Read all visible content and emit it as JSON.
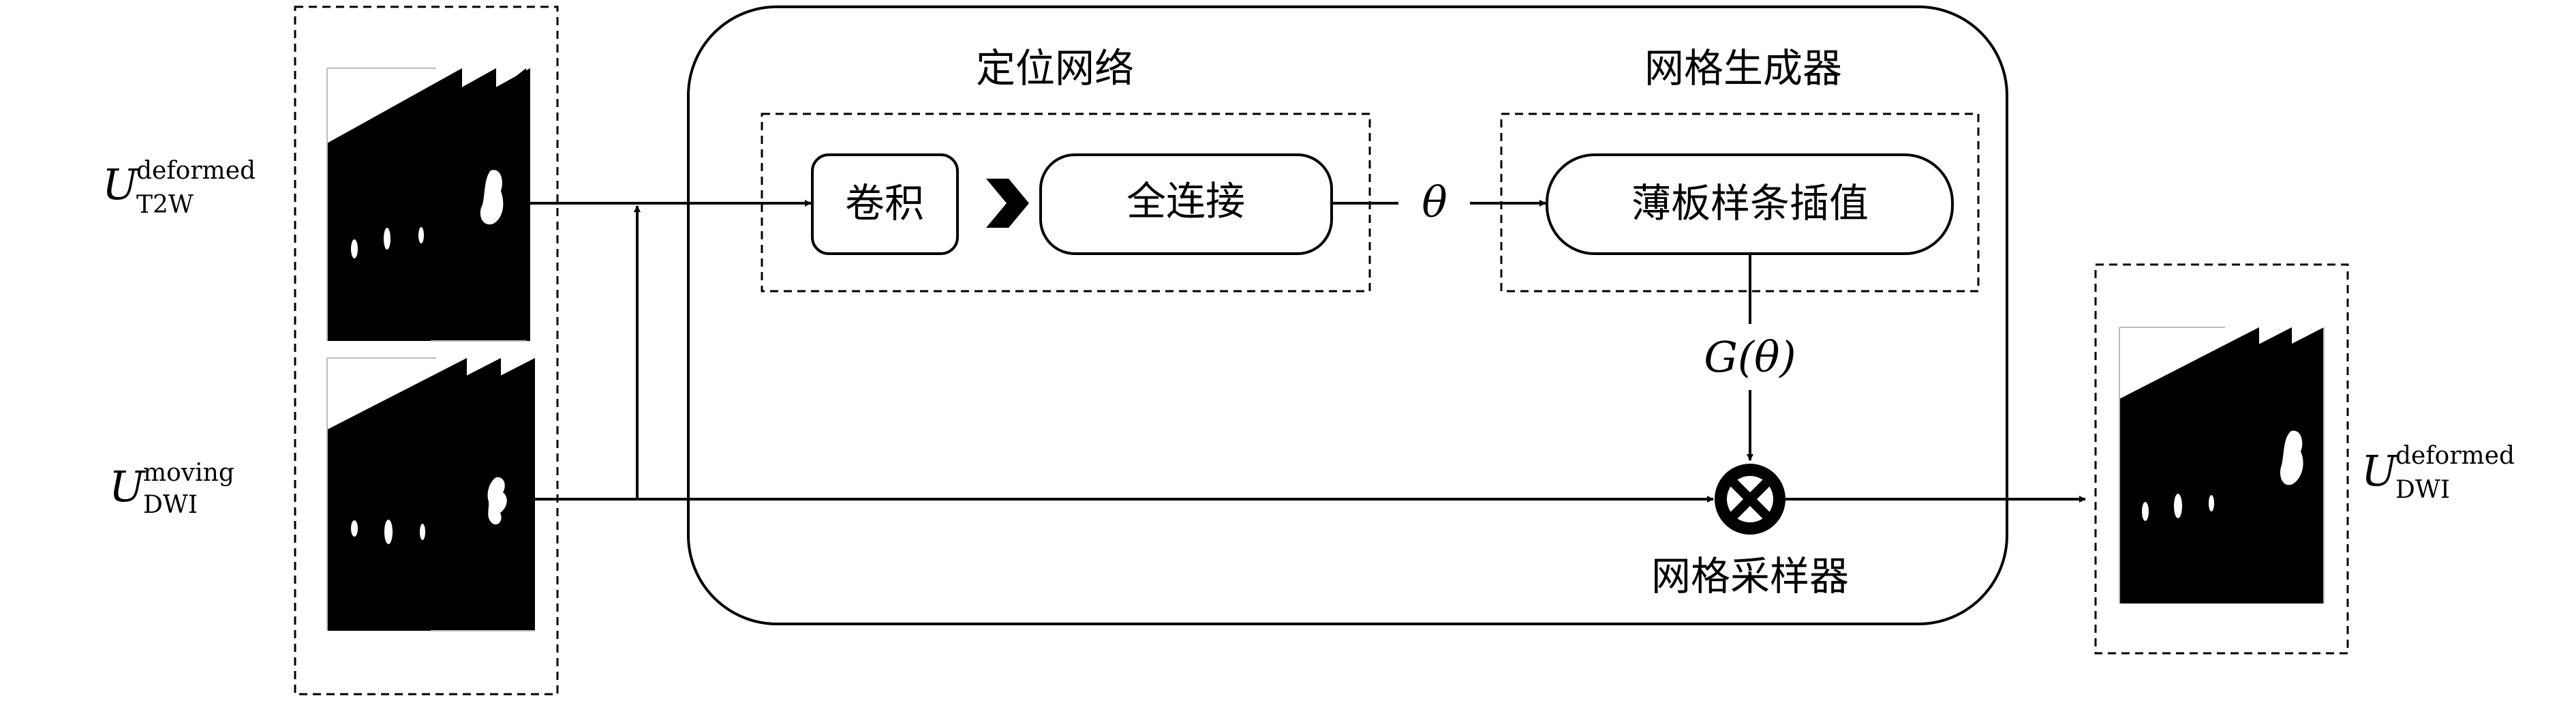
{
  "inputs": {
    "t2w": {
      "symbol": "U",
      "superscript": "deformed",
      "subscript": "T2W"
    },
    "dwi": {
      "symbol": "U",
      "superscript": "moving",
      "subscript": "DWI"
    }
  },
  "output": {
    "symbol": "U",
    "superscript": "deformed",
    "subscript": "DWI"
  },
  "localization_network": {
    "title": "定位网络",
    "conv_label": "卷积",
    "fc_label": "全连接"
  },
  "grid_generator": {
    "title": "网格生成器",
    "tps_label": "薄板样条插值"
  },
  "theta_label": "θ",
  "g_theta_label": "G(θ)",
  "sampler_label": "网格采样器",
  "icons": {
    "chevron": "chevron-right-icon",
    "multiply": "circled-times-icon"
  }
}
